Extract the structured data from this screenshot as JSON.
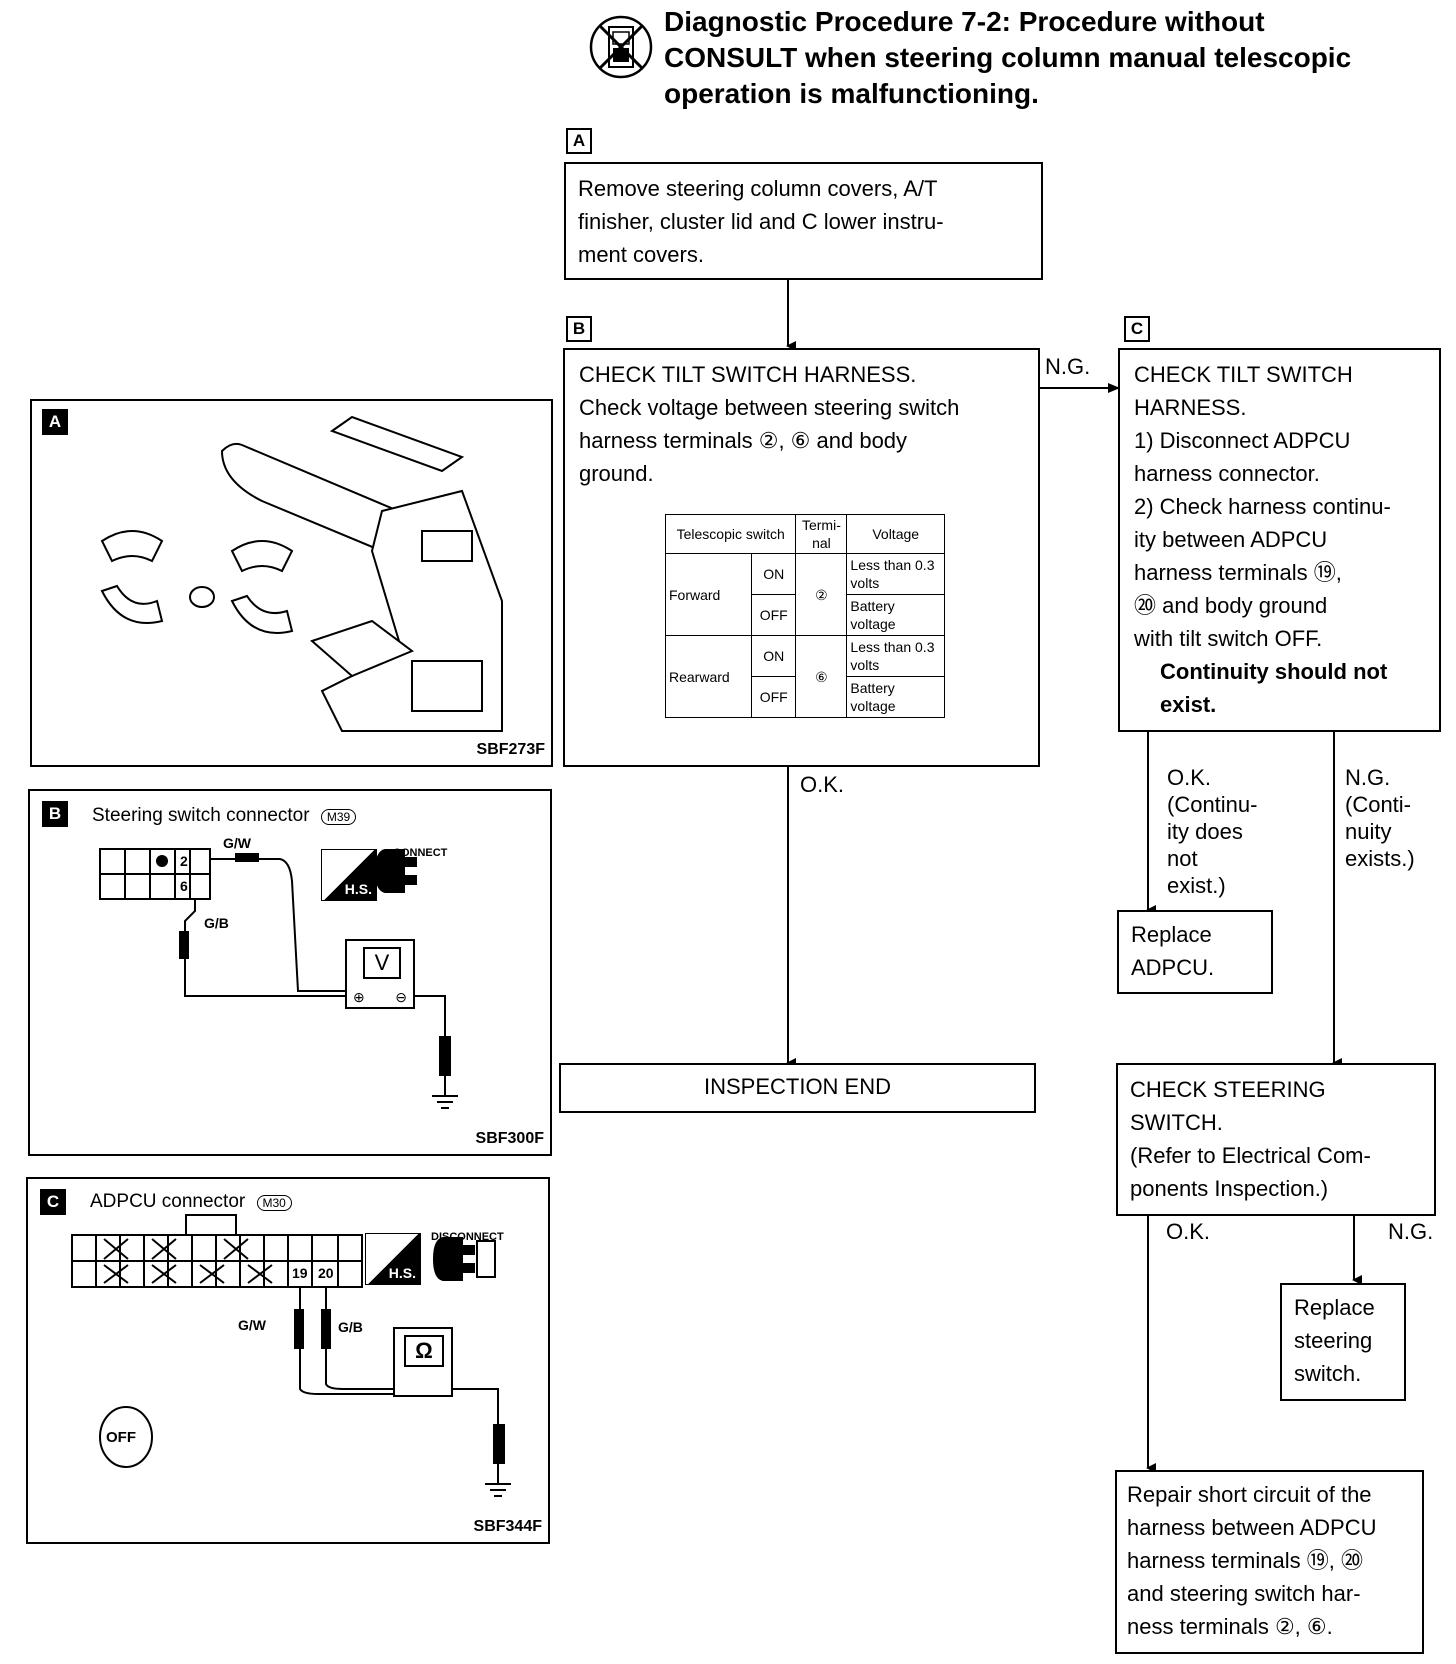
{
  "header": {
    "title_lines": [
      "Diagnostic Procedure 7-2: Procedure without",
      "CONSULT when steering column manual telescopic",
      "operation is malfunctioning."
    ]
  },
  "steps": {
    "A": {
      "marker": "A",
      "text": "Remove steering column covers, A/T\nfinisher, cluster lid and C lower instru-\nment covers."
    },
    "B": {
      "marker": "B",
      "text": "CHECK TILT SWITCH HARNESS.\nCheck voltage between steering switch\nharness terminals ②, ⑥ and body\nground.",
      "table": {
        "headers": [
          "Telescopic switch",
          "Termi-nal",
          "Voltage"
        ],
        "rows": [
          {
            "group": "Forward",
            "state": "ON",
            "terminal": "②",
            "voltage": "Less than 0.3 volts"
          },
          {
            "group": "Forward",
            "state": "OFF",
            "terminal": "②",
            "voltage": "Battery voltage"
          },
          {
            "group": "Rearward",
            "state": "ON",
            "terminal": "⑥",
            "voltage": "Less than 0.3 volts"
          },
          {
            "group": "Rearward",
            "state": "OFF",
            "terminal": "⑥",
            "voltage": "Battery voltage"
          }
        ]
      }
    },
    "C": {
      "marker": "C",
      "text": "CHECK TILT SWITCH\nHARNESS.\n1) Disconnect ADPCU\n    harness connector.\n2) Check harness continu-\n    ity between ADPCU\n    harness terminals ⑲,\n    ⑳ and body ground\n    with tilt switch OFF.",
      "bold_text": "Continuity should not\nexist."
    },
    "inspection_end": "INSPECTION END",
    "replace_adpcu": "Replace\nADPCU.",
    "check_steering": "CHECK STEERING\nSWITCH.\n(Refer to Electrical Com-\nponents Inspection.)",
    "replace_switch": "Replace\nsteering\nswitch.",
    "repair": "Repair short circuit of the\nharness between ADPCU\nharness terminals ⑲, ⑳\nand steering switch har-\nness terminals ②, ⑥."
  },
  "labels": {
    "ng_b_to_c": "N.G.",
    "ok_b": "O.K.",
    "ok_c": "O.K.\n(Continu-\nity does\nnot\nexist.)",
    "ng_c": "N.G.\n(Conti-\nnuity\nexists.)",
    "ok_check": "O.K.",
    "ng_check": "N.G."
  },
  "panels": {
    "A": {
      "marker": "A",
      "code": "SBF273F"
    },
    "B": {
      "marker": "B",
      "caption": "Steering switch connector",
      "connector_id": "M39",
      "pin_top": "2",
      "pin_bottom": "6",
      "wire_1": "G/W",
      "wire_2": "G/B",
      "icon_text": "H.S.",
      "action": "CONNECT",
      "meter": "V",
      "code": "SBF300F"
    },
    "C": {
      "marker": "C",
      "caption": "ADPCU connector",
      "connector_id": "M30",
      "pin_1": "19",
      "pin_2": "20",
      "wire_1": "G/W",
      "wire_2": "G/B",
      "icon_text": "H.S.",
      "action": "DISCONNECT",
      "meter": "Ω",
      "key": "OFF",
      "code": "SBF344F"
    }
  }
}
